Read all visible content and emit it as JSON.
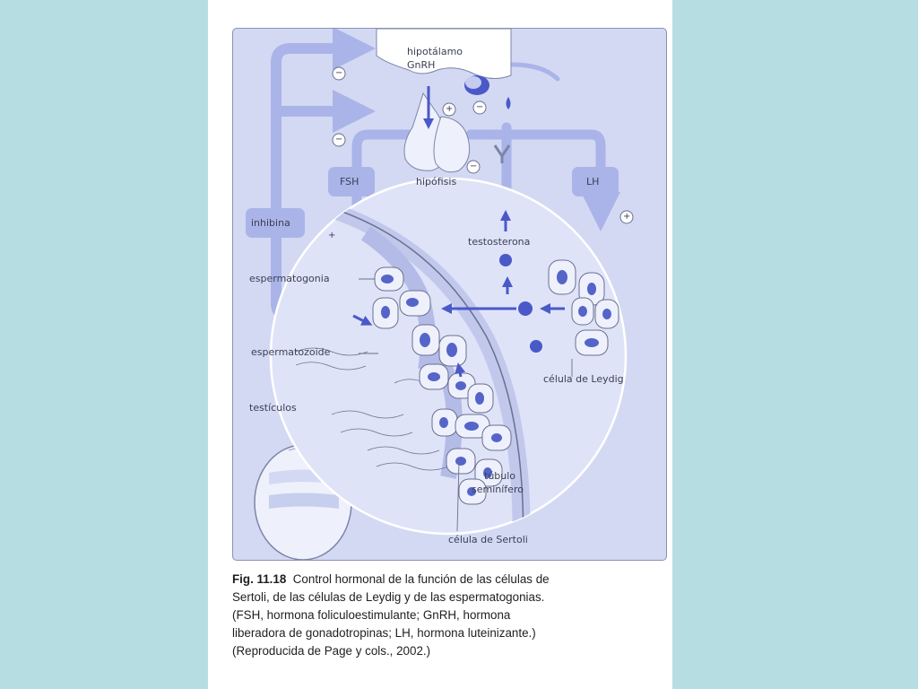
{
  "labels": {
    "hipotalamo": "hipotálamo",
    "gnrh": "GnRH",
    "hipofisis": "hipófisis",
    "fsh": "FSH",
    "lh": "LH",
    "inhibina": "inhibina",
    "testosterona": "testosterona",
    "espermatogonia": "espermatogonia",
    "espermatozoide": "espermatozoide",
    "testiculos": "testículos",
    "celula_leydig": "célula de Leydig",
    "tubulo_1": "túbulo",
    "tubulo_2": "seminífero",
    "celula_sertoli": "célula de Sertoli"
  },
  "signs": {
    "minus": "−",
    "plus": "+"
  },
  "caption": {
    "fig": "Fig. 11.18",
    "line1": "Control hormonal de la función de las células de",
    "line2": "Sertoli, de las células de Leydig y de las espermatogonias.",
    "line3": "(FSH, hormona foliculoestimulante; GnRH, hormona",
    "line4": "liberadora de gonadotropinas; LH, hormona luteinizante.)",
    "line5": "(Reproducida de Page y cols., 2002.)"
  },
  "colors": {
    "background": "#b6dee2",
    "panel": "#d3d9f3",
    "arrow_light": "#aab4e8",
    "arrow_dark": "#4a59c8",
    "cell_fill": "#eef0fb",
    "nucleus": "#5564c9"
  }
}
